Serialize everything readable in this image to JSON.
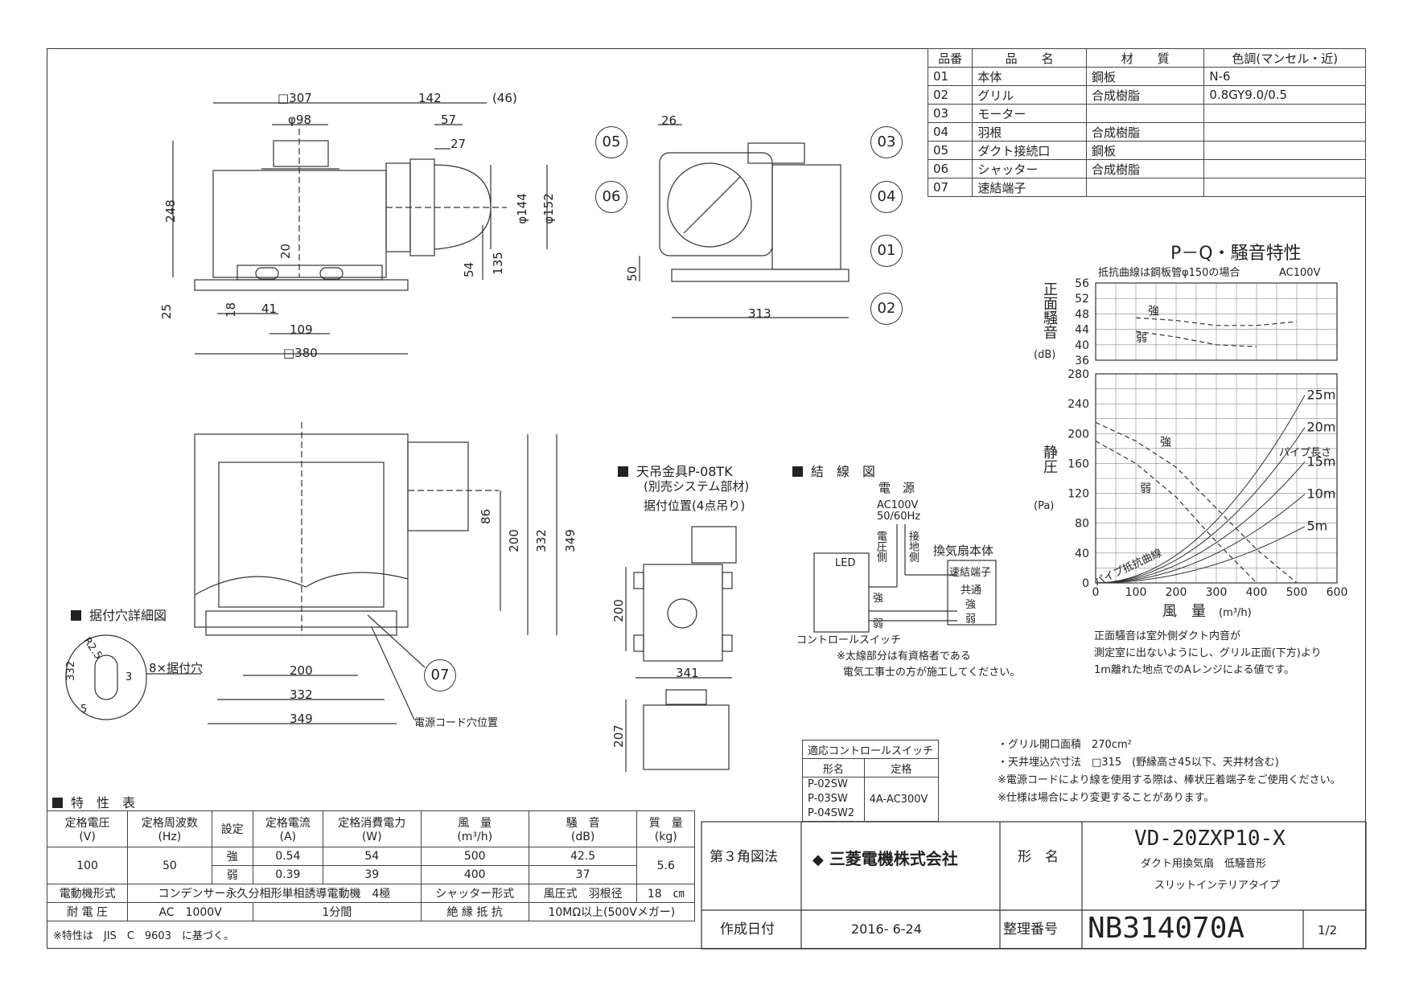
{
  "parts_table": {
    "headers": [
      "品番",
      "品　　名",
      "材　　質",
      "色調(マンセル・近)"
    ],
    "rows": [
      [
        "01",
        "本体",
        "鋼板",
        "N-6"
      ],
      [
        "02",
        "グリル",
        "合成樹脂",
        "0.8GY9.0/0.5"
      ],
      [
        "03",
        "モーター",
        "",
        ""
      ],
      [
        "04",
        "羽根",
        "合成樹脂",
        ""
      ],
      [
        "05",
        "ダクト接続口",
        "鋼板",
        ""
      ],
      [
        "06",
        "シャッター",
        "合成樹脂",
        ""
      ],
      [
        "07",
        "速結端子",
        "",
        ""
      ]
    ]
  },
  "dims_front": {
    "d307": "□307",
    "d142": "142",
    "d46": "(46)",
    "d98": "φ98",
    "d57": "57",
    "d27": "27",
    "d248": "248",
    "d20": "20",
    "d144": "φ144",
    "d152": "φ152",
    "d54": "54",
    "d135": "135",
    "d25": "25",
    "d18": "18",
    "d41": "41",
    "d109": "109",
    "d380": "□380"
  },
  "dims_side": {
    "d26": "26",
    "d50": "50",
    "d313": "313"
  },
  "dims_bottom": {
    "d86": "86",
    "d200": "200",
    "d332": "332",
    "d349": "349",
    "b200": "200",
    "b332": "332",
    "b349": "349",
    "cord": "電源コード穴位置"
  },
  "callouts": [
    "05",
    "06",
    "03",
    "04",
    "01",
    "02",
    "07"
  ],
  "hole_detail": {
    "title": "据付穴詳細図",
    "r": "R2.5",
    "d332": "332",
    "d3": "3",
    "d5": "5",
    "holes": "8×据付穴"
  },
  "hanger": {
    "title": "天吊金具P-08TK",
    "sub1": "(別売システム部材)",
    "sub2": "据付位置(4点吊り)",
    "d200": "200",
    "d341": "341",
    "d207": "207"
  },
  "wiring": {
    "title": "結　線　図",
    "power": "電　源",
    "ac": "AC100V",
    "hz": "50/60Hz",
    "voltage_side": "電圧側",
    "ground_side": "接地側",
    "fan_body": "換気扇本体",
    "terminal": "速結端子",
    "common": "共通",
    "strong": "強",
    "weak": "弱",
    "switch": "コントロールスイッチ",
    "led": "LED",
    "note1": "※太線部分は有資格者である",
    "note2": "電気工事士の方が施工してください。"
  },
  "switch_table": {
    "title": "適応コントロールスイッチ",
    "h_model": "形名",
    "h_rating": "定格",
    "models": [
      "P-02SW",
      "P-03SW",
      "P-04SW2"
    ],
    "rating": "4A-AC300V"
  },
  "chart_data": {
    "type": "line",
    "title": "P－Q・騒音特性",
    "subtitle": "抵抗曲線は鋼板管φ150の場合",
    "supply": "AC100V",
    "noise_ylabel": "正面騒音",
    "noise_unit": "(dB)",
    "noise_yticks": [
      36,
      40,
      44,
      48,
      52,
      56
    ],
    "pressure_ylabel": "静圧",
    "pressure_unit": "(Pa)",
    "pressure_yticks": [
      0,
      40,
      80,
      120,
      160,
      200,
      240,
      280
    ],
    "xlabel": "風　量",
    "xunit": "(m³/h)",
    "xticks": [
      0,
      100,
      200,
      300,
      400,
      500,
      600
    ],
    "xlim": [
      0,
      600
    ],
    "noise_ylim": [
      36,
      56
    ],
    "pressure_ylim": [
      0,
      280
    ],
    "noise_series": [
      {
        "name": "強",
        "x": [
          100,
          200,
          300,
          400,
          500
        ],
        "y": [
          47,
          46.3,
          45,
          45,
          46
        ]
      },
      {
        "name": "弱",
        "x": [
          100,
          200,
          300,
          400
        ],
        "y": [
          43.5,
          42,
          40,
          39.5
        ]
      }
    ],
    "pressure_series": [
      {
        "name": "強",
        "x": [
          0,
          100,
          200,
          300,
          400,
          500
        ],
        "y": [
          215,
          190,
          155,
          100,
          45,
          0
        ]
      },
      {
        "name": "弱",
        "x": [
          0,
          100,
          200,
          300,
          400
        ],
        "y": [
          190,
          160,
          115,
          55,
          0
        ]
      }
    ],
    "resistance_label": "パイプ抵抗曲線",
    "pipe_label": "パイプ長さ",
    "pipe_curves": [
      {
        "name": "25m",
        "k": 0.00093
      },
      {
        "name": "20m",
        "k": 0.00077
      },
      {
        "name": "15m",
        "k": 0.0006
      },
      {
        "name": "10m",
        "k": 0.00044
      },
      {
        "name": "5m",
        "k": 0.00028
      }
    ],
    "labels": {
      "strong_noise": "強",
      "weak_noise": "弱",
      "strong_pq": "強",
      "weak_pq": "弱"
    }
  },
  "chart_note": [
    "正面騒音は室外側ダクト内音が",
    "測定室に出ないようにし、グリル正面(下方)より",
    "1m離れた地点でのAレンジによる値です。"
  ],
  "notes": [
    "・グリル開口面積　270cm²",
    "・天井埋込穴寸法　□315　(野縁高さ45以下、天井材含む)",
    "※電源コードにより線を使用する際は、棒状圧着端子をご使用ください。",
    "※仕様は場合により変更することがあります。"
  ],
  "spec": {
    "title": "特　性　表",
    "headers": [
      "定格電圧\n(V)",
      "定格周波数\n(Hz)",
      "設定",
      "定格電流\n(A)",
      "定格消費電力\n(W)",
      "風　量\n(m³/h)",
      "騒　音\n(dB)",
      "質　量\n(kg)"
    ],
    "voltage": "100",
    "freq": "50",
    "weight": "5.6",
    "rows": [
      {
        "mode": "強",
        "current": "0.54",
        "power": "54",
        "flow": "500",
        "noise": "42.5"
      },
      {
        "mode": "弱",
        "current": "0.39",
        "power": "39",
        "flow": "400",
        "noise": "37"
      }
    ],
    "motor_label": "電動機形式",
    "motor": "コンデンサー永久分相形単相誘導電動機　4極",
    "shutter_label": "シャッター形式",
    "shutter": "風圧式",
    "blade_label": "羽根径",
    "blade": "18　㎝",
    "withstand_label": "耐 電 圧",
    "withstand": "AC　1000V",
    "withstand_time": "1分間",
    "insulation_label": "絶 縁 抵 抗",
    "insulation": "10MΩ以上(500Vメガー)",
    "footnote": "※特性は　JIS　C　9603　に基づく。"
  },
  "title_block": {
    "projection": "第３角図法",
    "company": "三菱電機株式会社",
    "model_label": "形　名",
    "model": "VD-20ZXP10-X",
    "desc1": "ダクト用換気扇　低騒音形",
    "desc2": "スリットインテリアタイプ",
    "date_label": "作成日付",
    "date": "2016- 6-24",
    "num_label": "整理番号",
    "num": "NB314070A",
    "page": "1/2"
  }
}
